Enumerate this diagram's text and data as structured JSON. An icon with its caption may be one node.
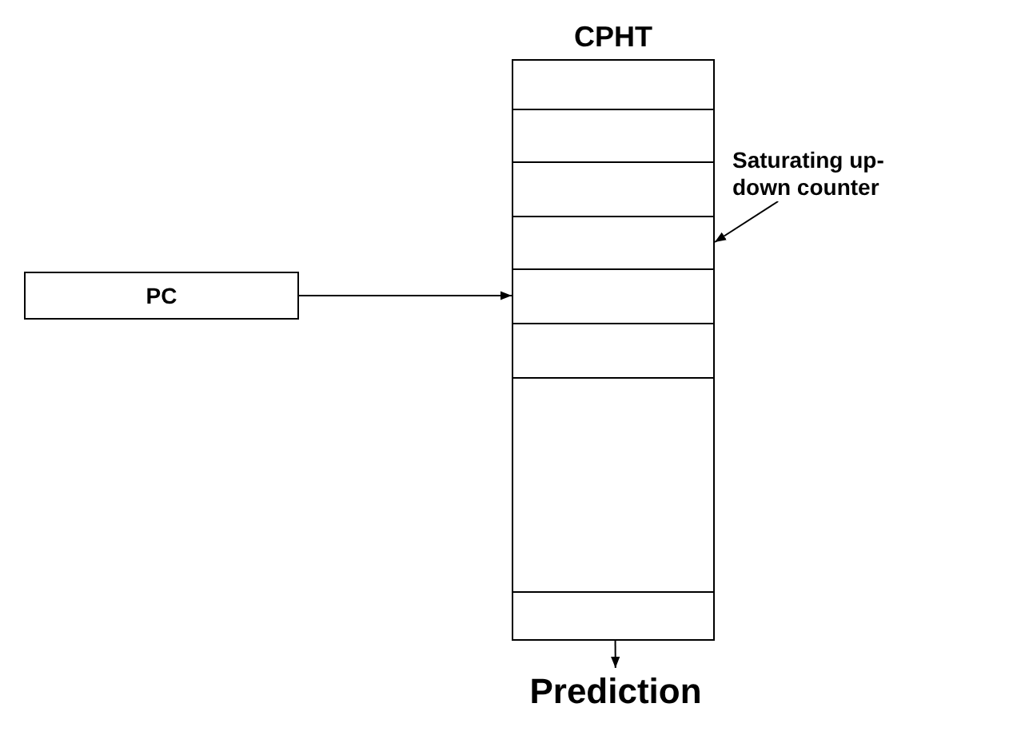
{
  "diagram": {
    "nodes": [
      {
        "text": [
          "CPHT"
        ]
      },
      {
        "text": [],
        "shape": "box",
        "in": 0
      },
      {
        "text": [],
        "shape": "box",
        "in": 0
      },
      {
        "text": [],
        "shape": "box",
        "in": 0
      },
      {
        "text": [],
        "shape": "box",
        "in": 0
      },
      {
        "text": [],
        "shape": "box",
        "in": 0
      },
      {
        "text": [],
        "shape": "box",
        "in": 0
      },
      {
        "text": [],
        "shape": "box",
        "in": 0
      },
      {
        "text": [],
        "shape": "box",
        "in": 0
      },
      {
        "text": [
          "PC"
        ]
      },
      {
        "text": [
          "Saturating up-down counter"
        ]
      },
      {
        "text": [
          "Prediction"
        ]
      }
    ],
    "edges": [
      {
        "from": 9,
        "to": 5,
        "arrow": "to"
      },
      {
        "from": 10,
        "to": 4,
        "arrow": "to"
      },
      {
        "from": 0,
        "to": 11,
        "arrow": "to"
      }
    ]
  }
}
